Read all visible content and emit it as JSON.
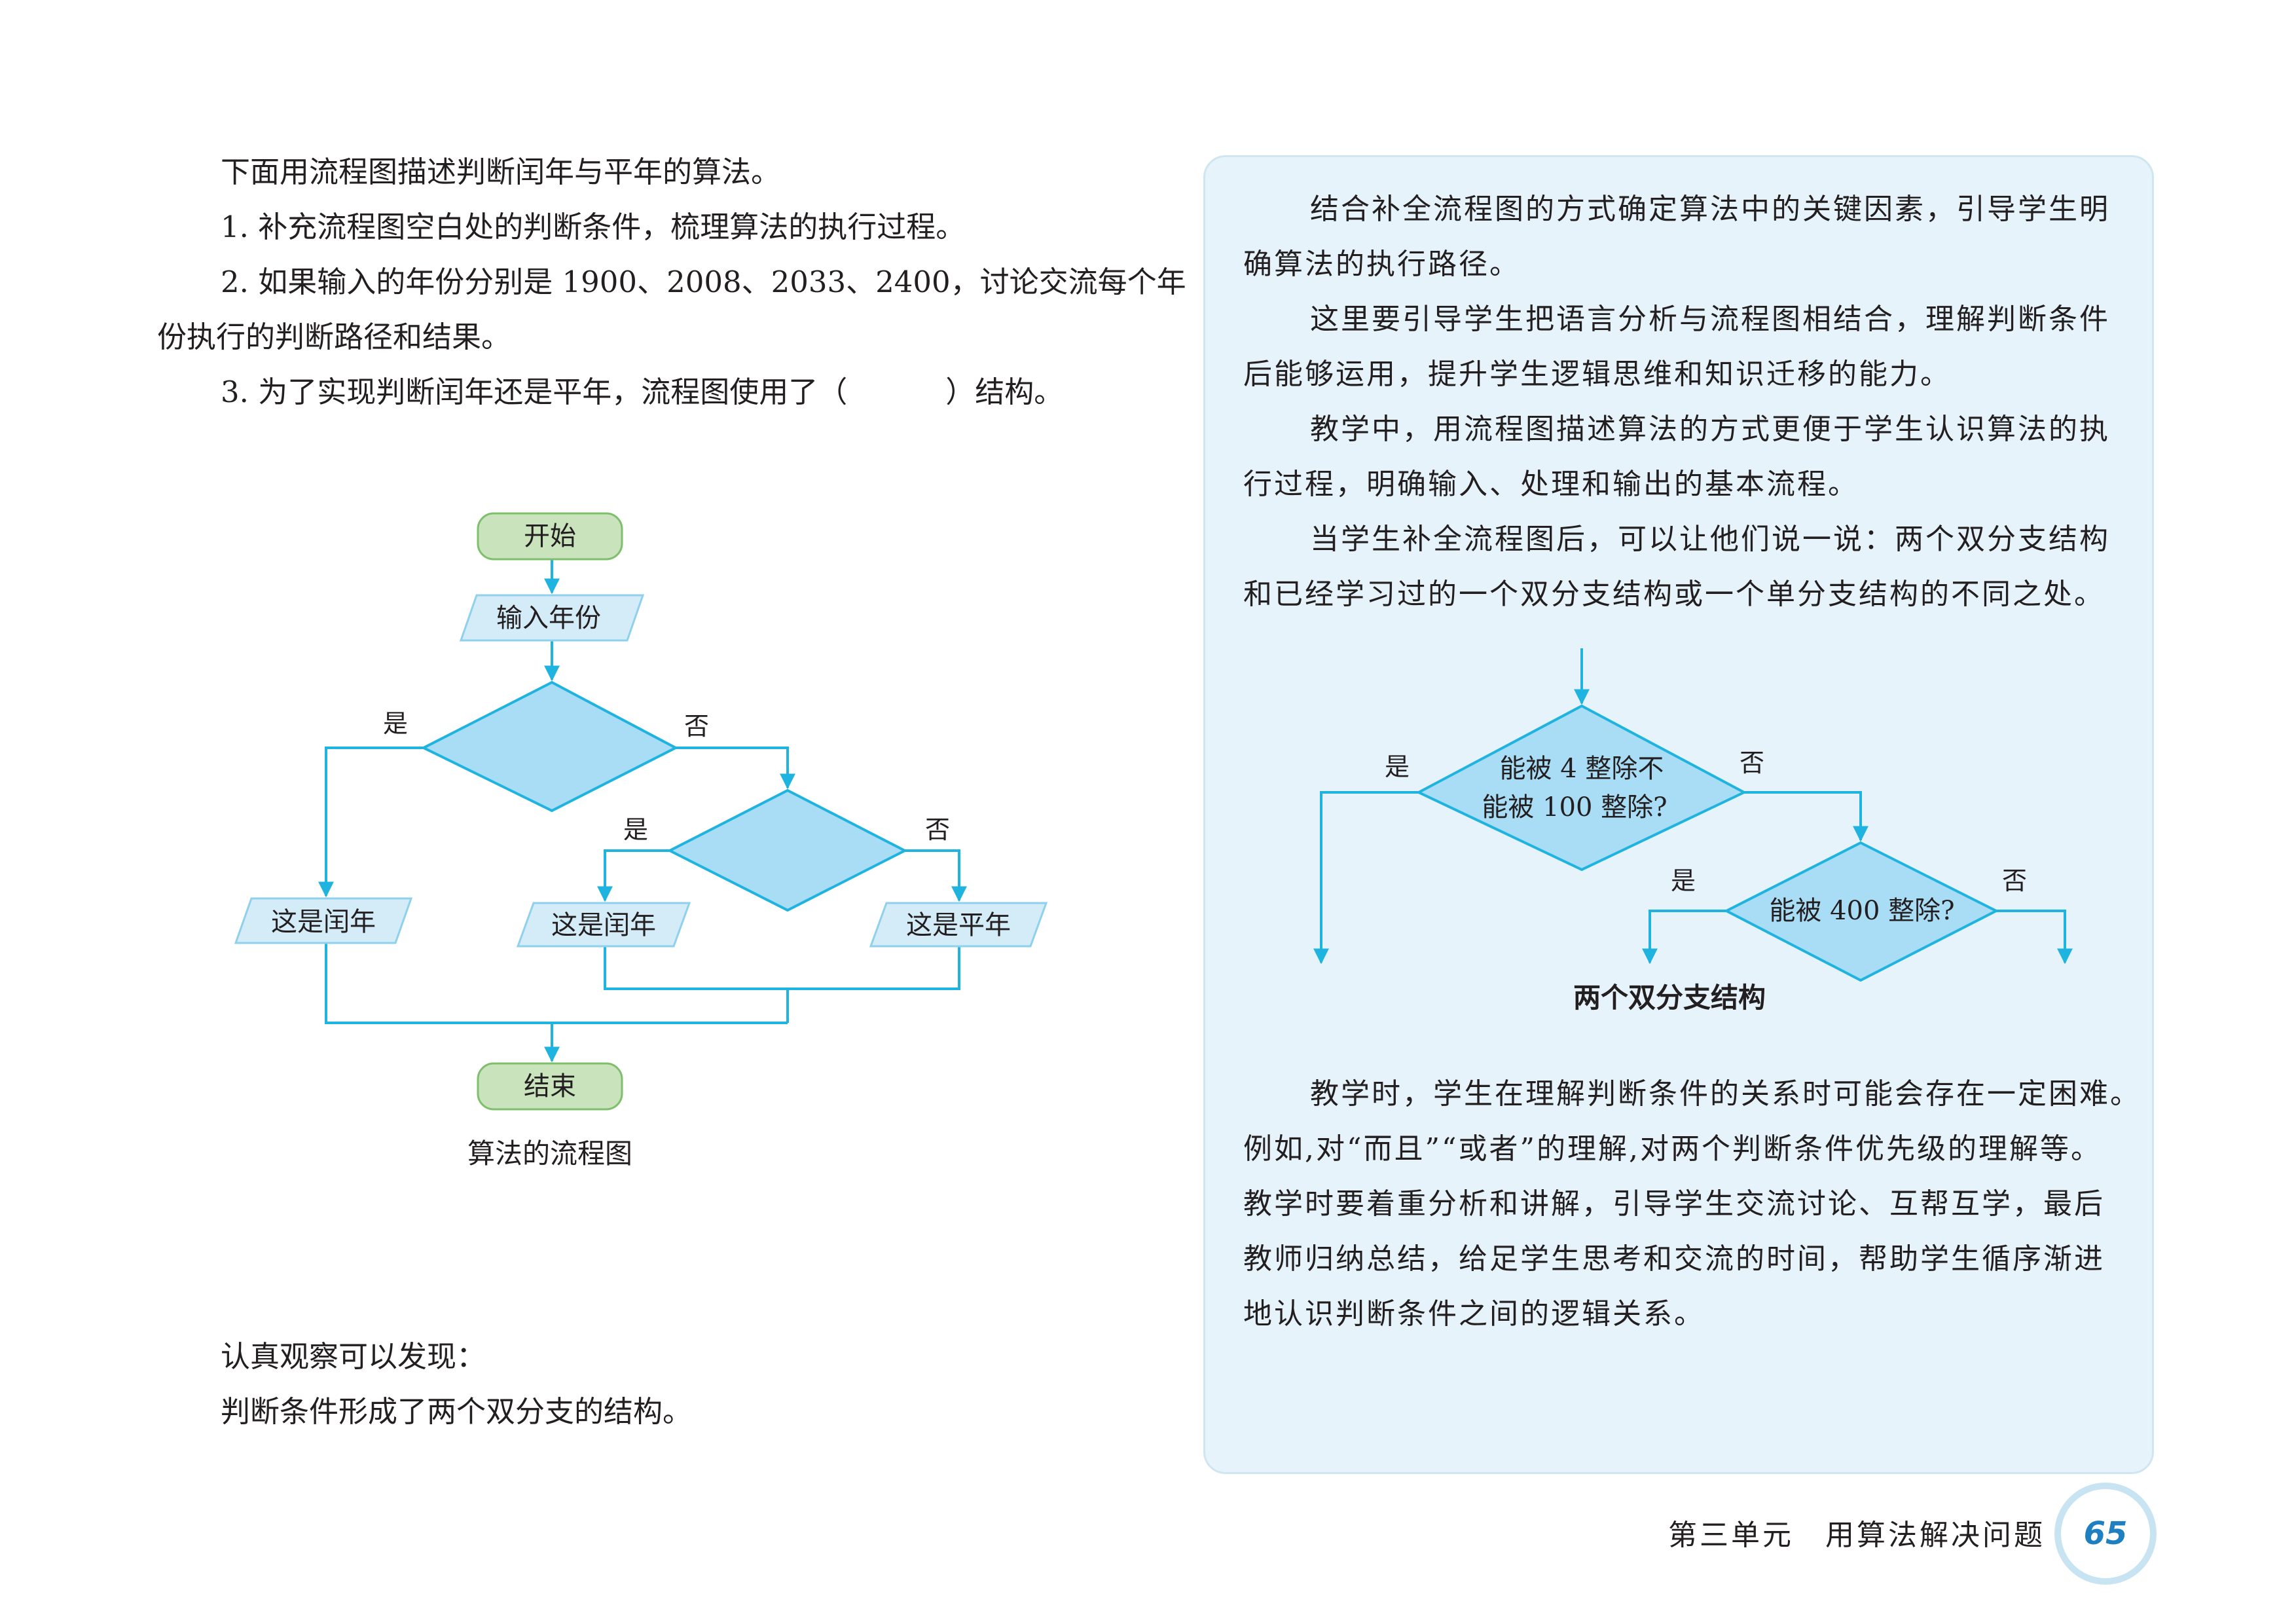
{
  "left": {
    "intro": "下面用流程图描述判断闰年与平年的算法。",
    "q1": "1. 补充流程图空白处的判断条件，梳理算法的执行过程。",
    "q2_line1": "2. 如果输入的年份分别是 1900、2008、2033、2400，讨论交流每个年",
    "q2_line2": "份执行的判断路径和结果。",
    "q3_prefix": "3. 为了实现判断闰年还是平年，流程图使用了（",
    "q3_suffix": "）结构。",
    "observe": "认真观察可以发现：",
    "conclusion": "判断条件形成了两个双分支的结构。"
  },
  "flowchart1": {
    "start": "开始",
    "input": "输入年份",
    "yes": "是",
    "no": "否",
    "leap": "这是闰年",
    "common": "这是平年",
    "end": "结束",
    "caption": "算法的流程图"
  },
  "panel": {
    "p1_l1": "结合补全流程图的方式确定算法中的关键因素，引导学生明",
    "p1_l2": "确算法的执行路径。",
    "p2_l1": "这里要引导学生把语言分析与流程图相结合，理解判断条件",
    "p2_l2": "后能够运用，提升学生逻辑思维和知识迁移的能力。",
    "p3_l1": "教学中，用流程图描述算法的方式更便于学生认识算法的执",
    "p3_l2": "行过程，明确输入、处理和输出的基本流程。",
    "p4_l1": "当学生补全流程图后，可以让他们说一说：两个双分支结构",
    "p4_l2": "和已经学习过的一个双分支结构或一个单分支结构的不同之处。",
    "p5_l1": "教学时，学生在理解判断条件的关系时可能会存在一定困难。",
    "p5_l2": "例如,对“而且”“或者”的理解,对两个判断条件优先级的理解等。",
    "p5_l3": "教学时要着重分析和讲解，引导学生交流讨论、互帮互学，最后",
    "p5_l4": "教师归纳总结，给足学生思考和交流的时间，帮助学生循序渐进",
    "p5_l5": "地认识判断条件之间的逻辑关系。"
  },
  "flowchart2": {
    "cond1_l1": "能被 4 整除不",
    "cond1_l2": "能被 100 整除?",
    "cond2": "能被 400 整除?",
    "yes": "是",
    "no": "否",
    "caption": "两个双分支结构"
  },
  "footer": {
    "unit": "第三单元　用算法解决问题",
    "page": "65"
  },
  "colors": {
    "line": "#1fb3e0",
    "diamond_fill": "#a9dcf5",
    "terminal_fill": "#c9e3bd",
    "io_fill": "#d3ecf8",
    "panel_bg": "#e6f3fa",
    "page_number": "#1e80c1"
  }
}
